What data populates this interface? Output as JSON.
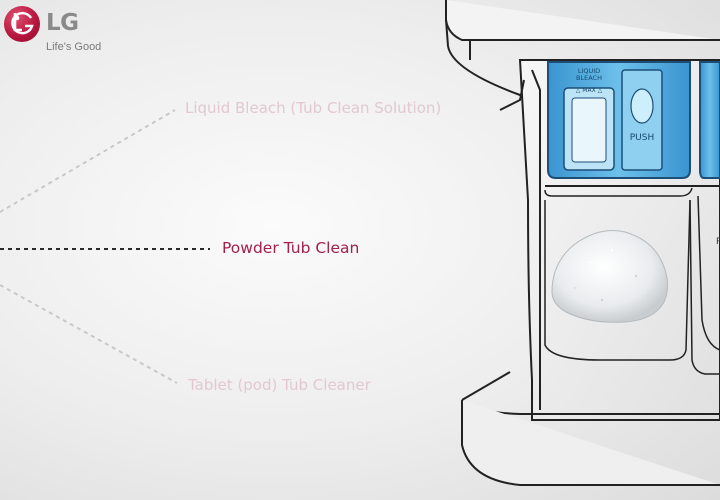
{
  "brand": {
    "logo_text": "LG",
    "tagline": "Life's Good",
    "logo_color": "#b8173f"
  },
  "options": [
    {
      "label": "Liquid Bleach (Tub Clean Solution)",
      "state": "inactive",
      "color": "#e2c8d2"
    },
    {
      "label": "Powder Tub Clean",
      "state": "active",
      "color": "#a2204d"
    },
    {
      "label": "Tablet (pod) Tub Cleaner",
      "state": "inactive",
      "color": "#e2c8d2"
    }
  ],
  "dispenser": {
    "compartment_label_top": "LIQUID",
    "compartment_label_bottom": "BLEACH",
    "max_marker": "△ MAX △",
    "push_label": "PUSH",
    "accent_color": "#4ea8dc",
    "right_edge_letter": "P"
  }
}
